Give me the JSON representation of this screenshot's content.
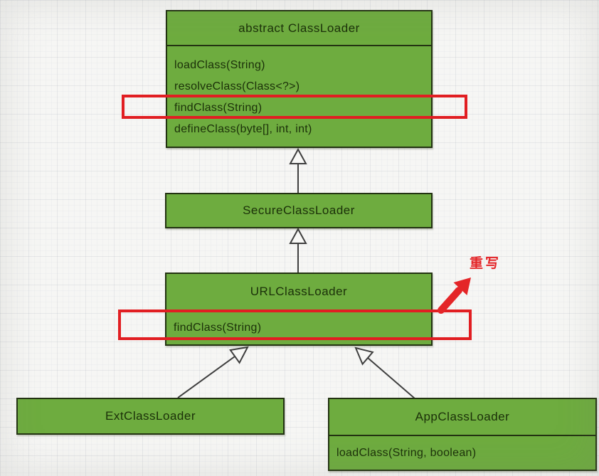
{
  "classes": [
    {
      "name": "abstract ClassLoader",
      "methods": [
        "loadClass(String)",
        "resolveClass(Class<?>)",
        "findClass(String)",
        "defineClass(byte[], int, int)"
      ]
    },
    {
      "name": "SecureClassLoader",
      "methods": []
    },
    {
      "name": "URLClassLoader",
      "methods": [
        "findClass(String)"
      ]
    },
    {
      "name": "ExtClassLoader",
      "methods": []
    },
    {
      "name": "AppClassLoader",
      "methods": [
        "loadClass(String, boolean)"
      ]
    }
  ],
  "annotation": {
    "label": "重写"
  },
  "colors": {
    "box_fill": "#6eac3f",
    "box_border": "#233312",
    "box_text": "#1b3009",
    "connector": "#3f3f3f",
    "highlight_red": "#e11e22",
    "annotation_red": "#e42528",
    "background": "#f6f6f4"
  }
}
